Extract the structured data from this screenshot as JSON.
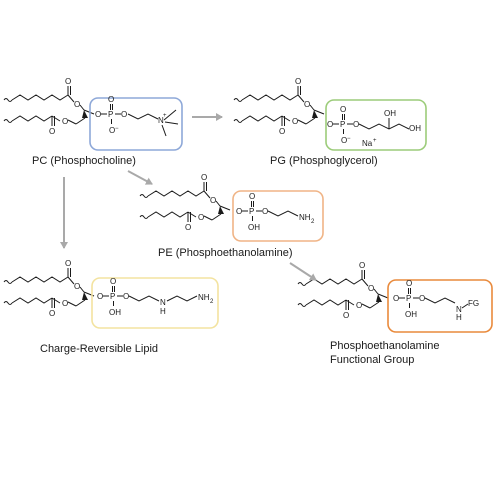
{
  "colors": {
    "pc_box": "#8ea8d8",
    "pg_box": "#9ccc7a",
    "pe_box": "#f0b486",
    "lipid_box": "#f3e3a0",
    "fg_box": "#e98a3c",
    "arrow": "#a9a9a9"
  },
  "atoms": {
    "O": "O",
    "P": "P",
    "N": "N",
    "H": "H",
    "OH": "OH",
    "NH2": "NH",
    "NH2_sub": "2",
    "Na": "Na",
    "plus": "+",
    "minus": "−",
    "FG": "FG"
  },
  "molecules": {
    "pc": {
      "name": "PC (Phosphocholine)"
    },
    "pg": {
      "name": "PG (Phosphoglycerol)"
    },
    "pe": {
      "name": "PE (Phosphoethanolamine)"
    },
    "lipid": {
      "name": "Charge-Reversible Lipid"
    },
    "fg": {
      "name_line1": "Phosphoethanolamine",
      "name_line2": "Functional Group"
    }
  }
}
